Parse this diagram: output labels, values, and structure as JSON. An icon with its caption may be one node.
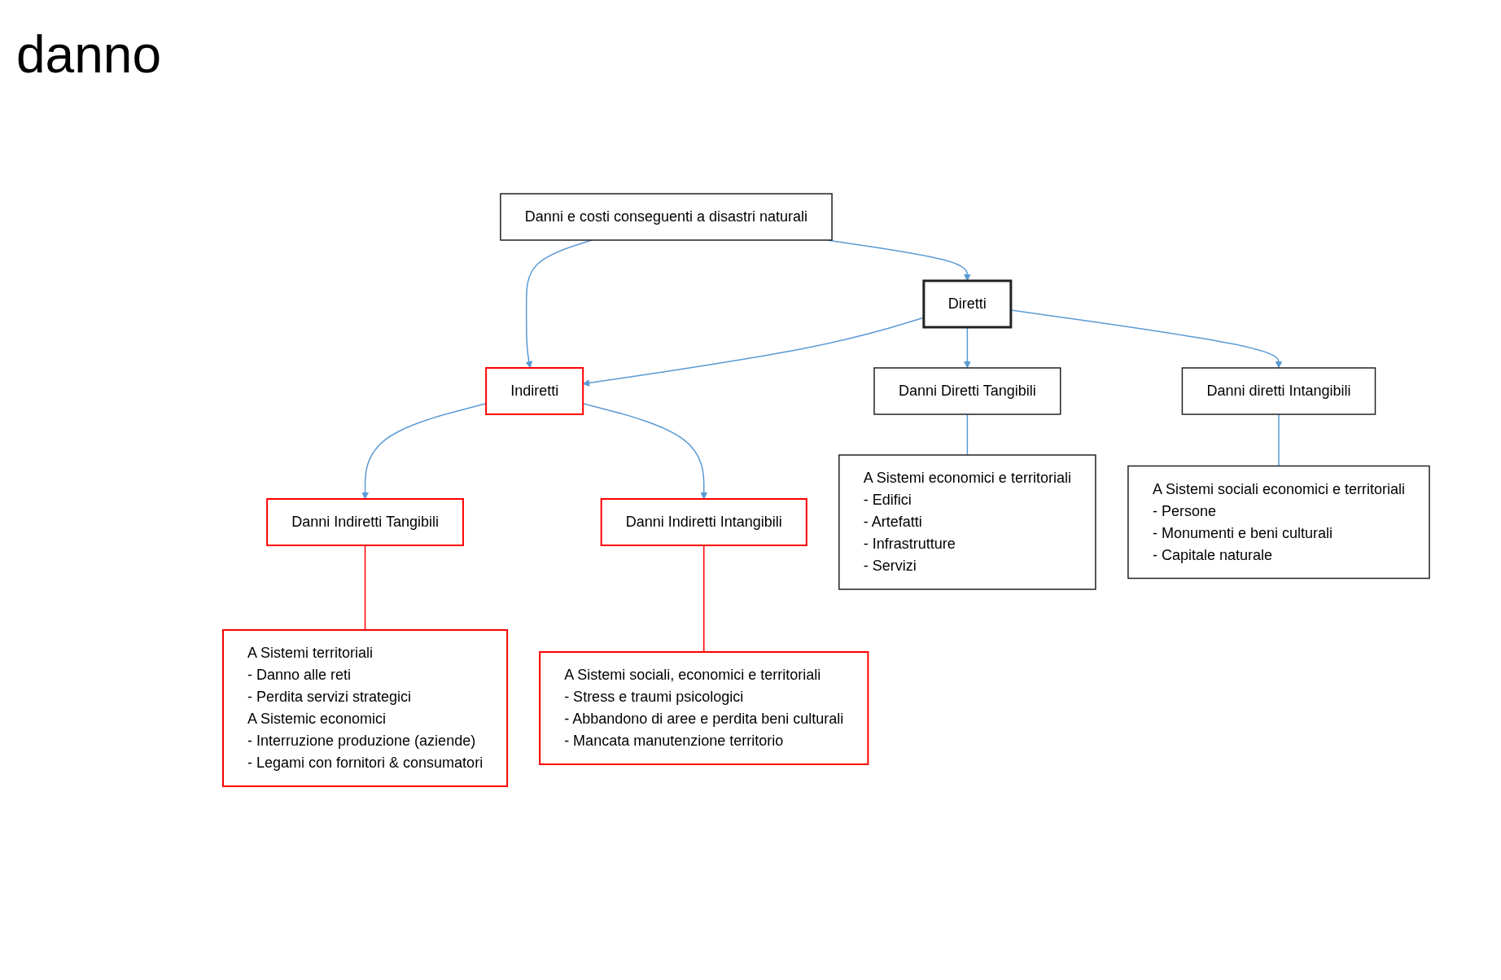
{
  "diagram": {
    "nodes": [
      {
        "text": [
          "Danni e costi conseguenti a disastri naturali"
        ]
      },
      {
        "text": [
          "Diretti"
        ]
      },
      {
        "text": [
          "Indiretti"
        ]
      },
      {
        "text": [
          "Danni Diretti Tangibili"
        ]
      },
      {
        "text": [
          "Danni diretti Intangibili"
        ]
      },
      {
        "text": [
          "Danni Indiretti Tangibili"
        ]
      },
      {
        "text": [
          "Danni Indiretti Intangibili"
        ]
      },
      {
        "text": [
          "A Sistemi economici e territoriali",
          "- Edifici",
          "- Artefatti",
          "- Infrastrutture",
          "- Servizi"
        ]
      },
      {
        "text": [
          "A Sistemi sociali economici e territoriali",
          "- Persone",
          "- Monumenti e beni culturali",
          "- Capitale naturale"
        ]
      },
      {
        "text": [
          "A Sistemi territoriali",
          "- Danno alle reti",
          "- Perdita servizi strategici",
          "A Sistemic economici",
          "- Interruzione produzione (aziende)",
          "- Legami con fornitori & consumatori"
        ]
      },
      {
        "text": [
          "A Sistemi sociali, economici e territoriali",
          "- Stress e traumi psicologici",
          "- Abbandono di aree e perdita beni culturali",
          "- Mancata manutenzione territorio"
        ]
      }
    ],
    "edges": [
      {
        "from": 0,
        "to": 1,
        "arrow": "to"
      },
      {
        "from": 0,
        "to": 2,
        "arrow": "to"
      },
      {
        "from": 1,
        "to": 2,
        "arrow": "to"
      },
      {
        "from": 1,
        "to": 3,
        "arrow": "to"
      },
      {
        "from": 1,
        "to": 4,
        "arrow": "to"
      },
      {
        "from": 2,
        "to": 5,
        "arrow": "to"
      },
      {
        "from": 2,
        "to": 6,
        "arrow": "to"
      },
      {
        "from": 3,
        "to": 7,
        "arrow": "none"
      },
      {
        "from": 4,
        "to": 8,
        "arrow": "none"
      },
      {
        "from": 5,
        "to": 9,
        "arrow": "none",
        "color": "#ff0000"
      },
      {
        "from": 6,
        "to": 10,
        "arrow": "none",
        "color": "#ff0000"
      }
    ],
    "labels": [
      "danno"
    ]
  }
}
